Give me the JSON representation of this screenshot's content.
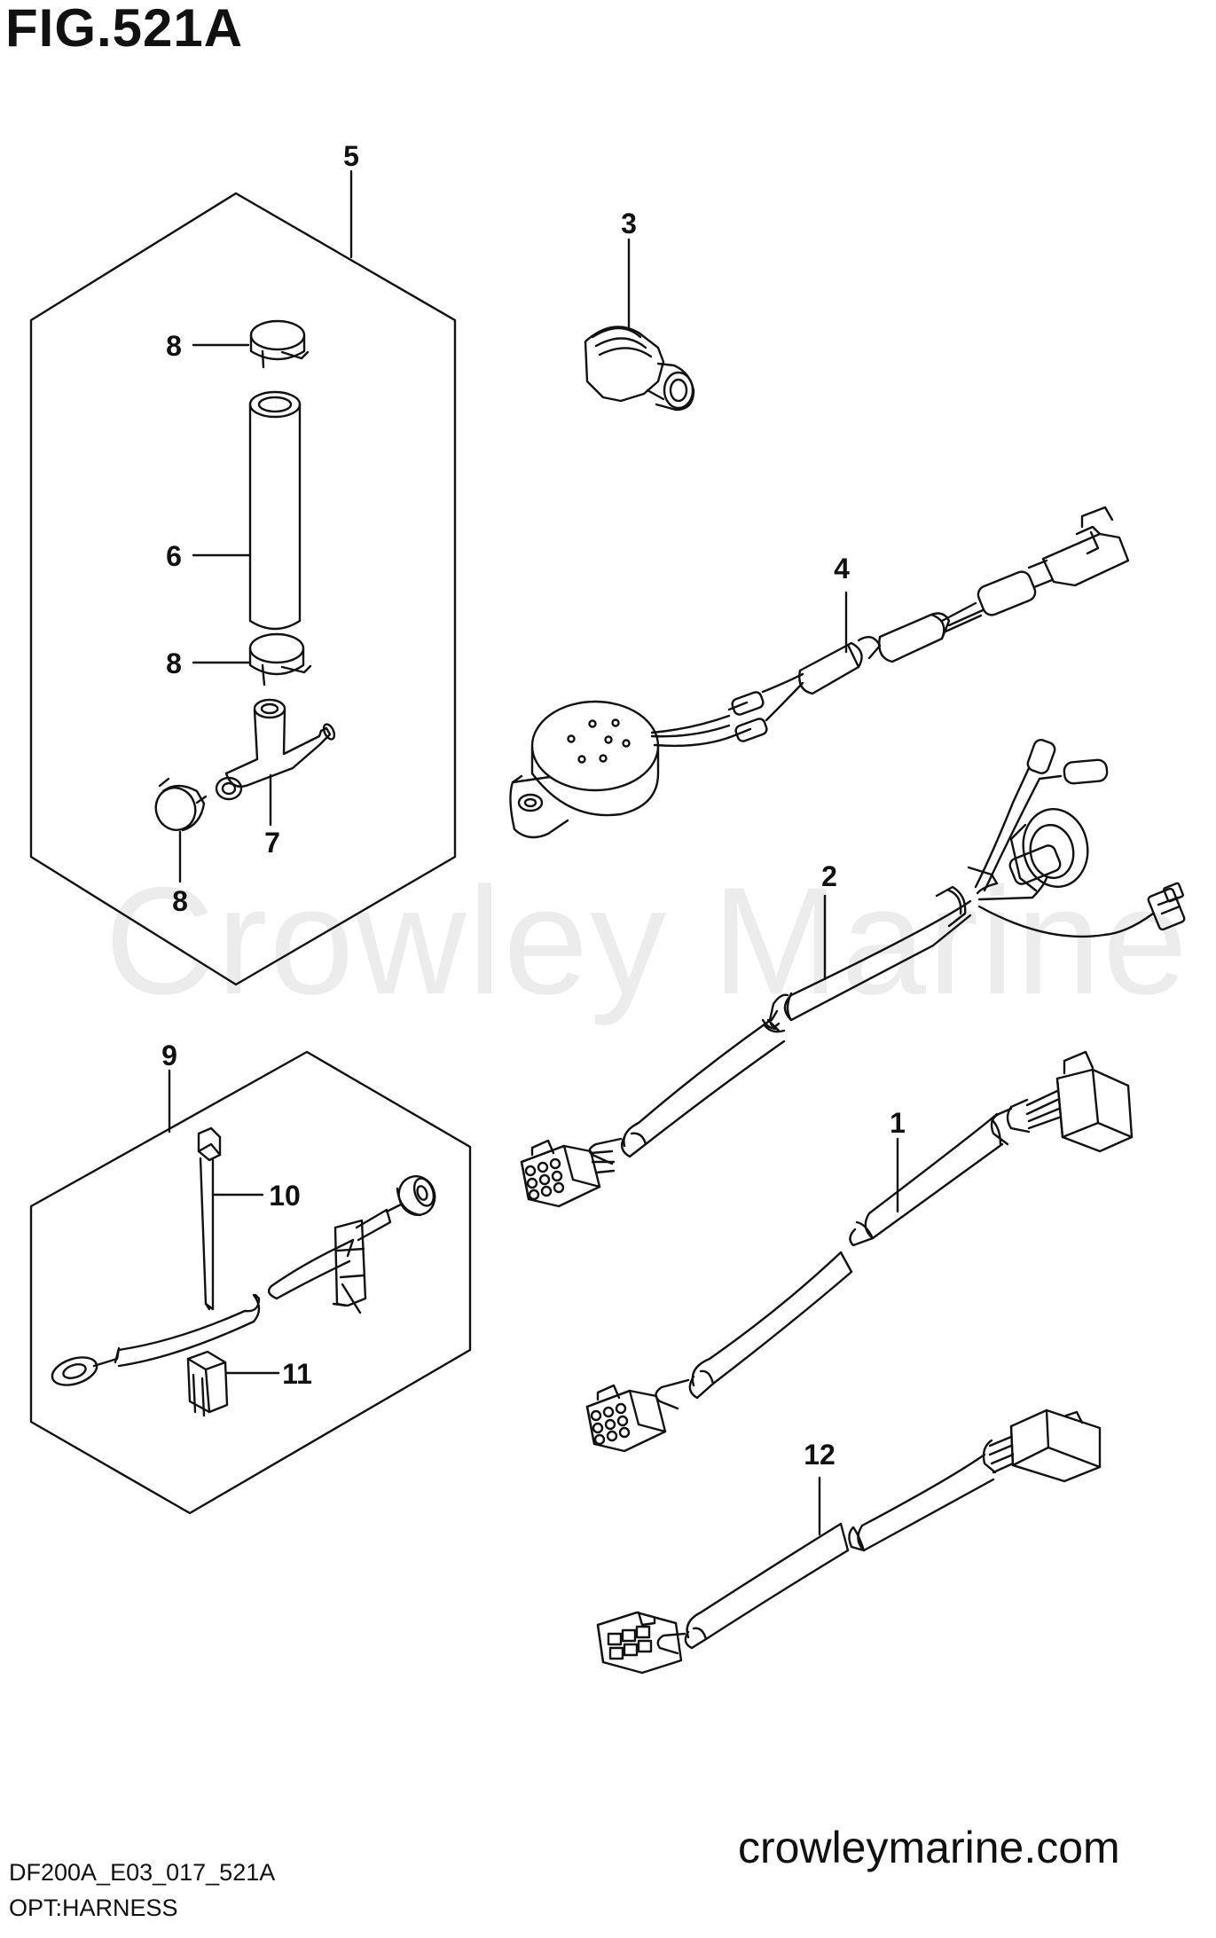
{
  "figure": {
    "title": "FIG.521A",
    "watermark": "Crowley Marine",
    "website": "crowleymarine.com",
    "drawing_code": "DF200A_E03_017_521A",
    "subtitle": "OPT:HARNESS"
  },
  "callouts": {
    "c1": "1",
    "c2": "2",
    "c3": "3",
    "c4": "4",
    "c5": "5",
    "c6": "6",
    "c7": "7",
    "c8a": "8",
    "c8b": "8",
    "c8c": "8",
    "c9": "9",
    "c10": "10",
    "c11": "11",
    "c12": "12"
  }
}
